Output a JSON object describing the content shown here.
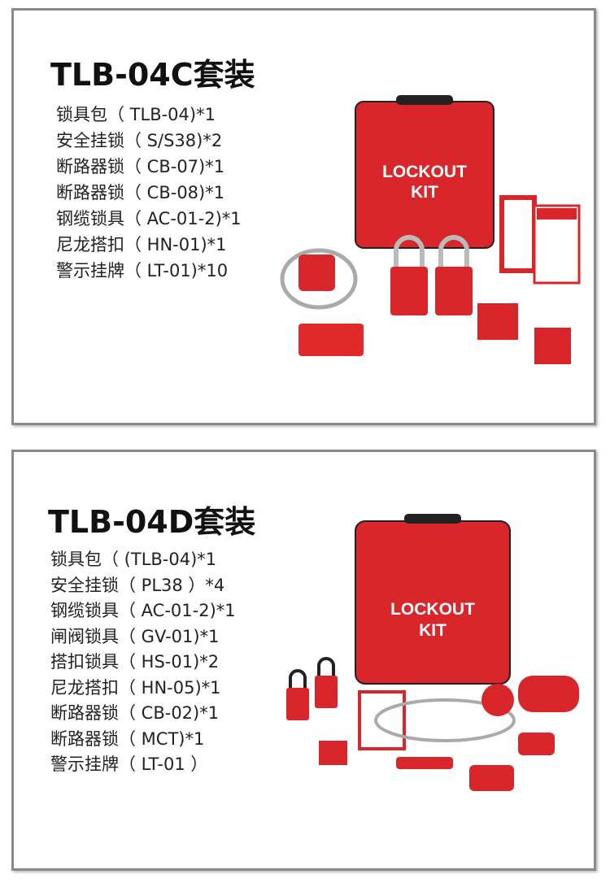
{
  "kits": [
    {
      "title": "TLB-04C套装",
      "items": [
        "锁具包（ TLB-04)*1",
        "安全挂锁（ S/S38)*2",
        "断路器锁（ CB-07)*1",
        "断路器锁（ CB-08)*1",
        "钢缆锁具（ AC-01-2)*1",
        "尼龙搭扣（ HN-01)*1",
        "警示挂牌（ LT-01)*10"
      ],
      "bag_label": [
        "LOCKOUT",
        "KIT"
      ]
    },
    {
      "title": "TLB-04D套装",
      "items": [
        "锁具包（ (TLB-04)*1",
        "安全挂锁（ PL38 ）*4",
        "钢缆锁具（ AC-01-2)*1",
        "闸阀锁具（ GV-01)*1",
        "搭扣锁具（ HS-01)*2",
        "尼龙搭扣（ HN-05)*1",
        "断路器锁（ CB-02)*1",
        "断路器锁（ MCT)*1",
        "警示挂牌（ LT-01 ）"
      ],
      "bag_label": [
        "LOCKOUT",
        "KIT"
      ]
    }
  ],
  "colors": {
    "product_red": "#d8262b",
    "border": "#8a8a8a"
  }
}
